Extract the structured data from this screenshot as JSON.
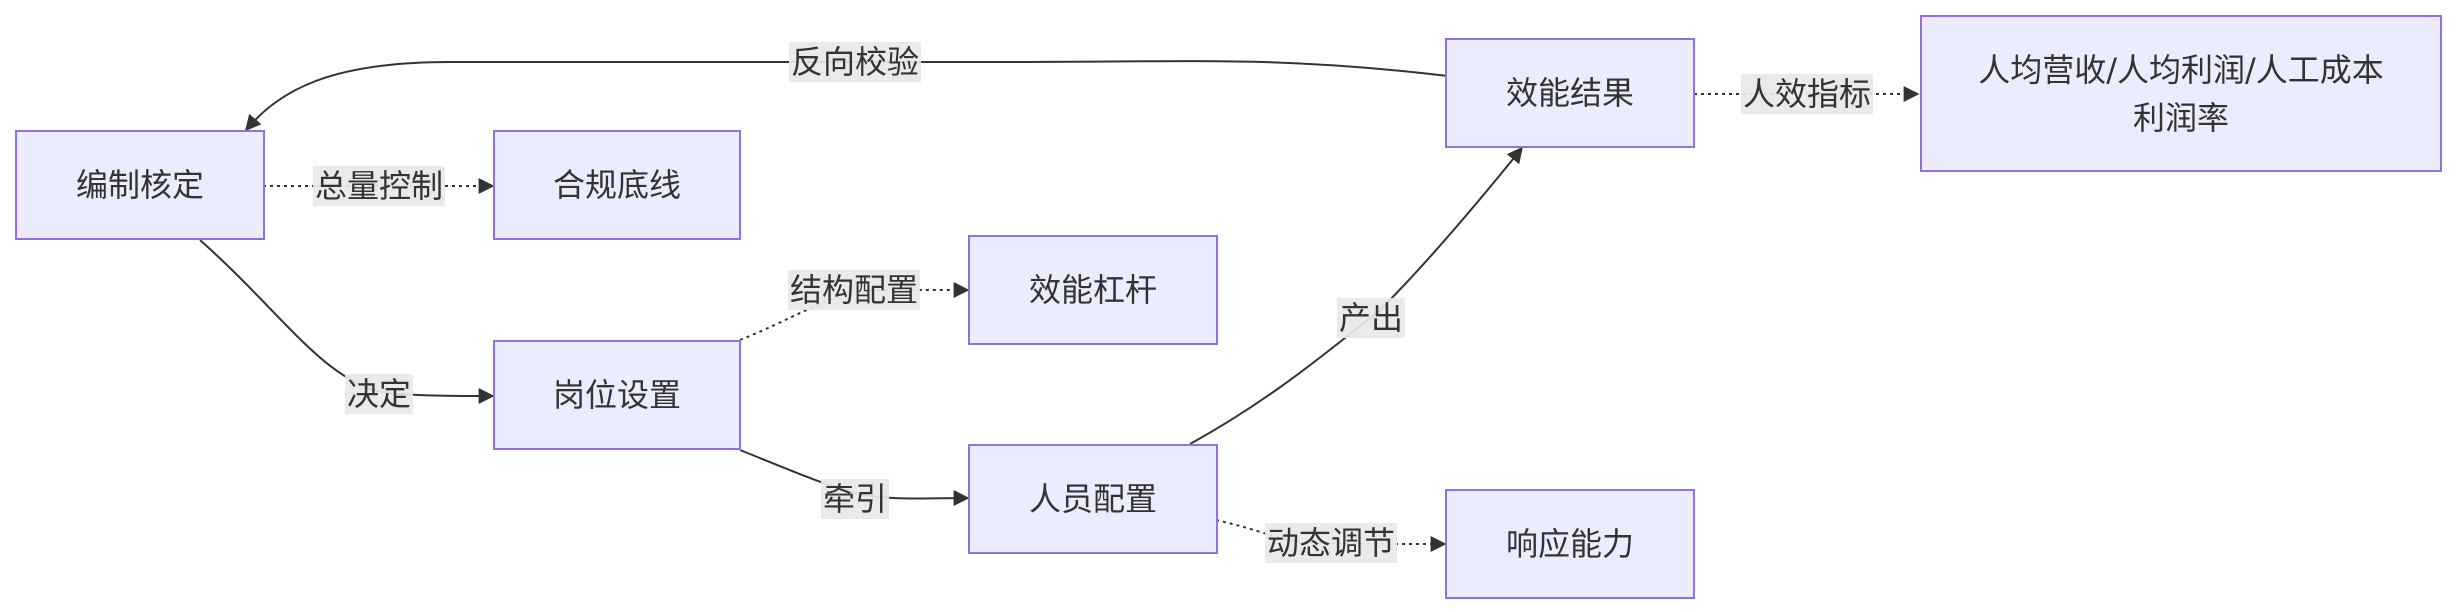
{
  "colors": {
    "node_fill": "#ECECFF",
    "node_border": "#9370DB",
    "edge": "#333333",
    "label_bg": "#E8E8E8",
    "text": "#333333"
  },
  "nodes": {
    "staffing": "编制核定",
    "compliance": "合规底线",
    "positions": "岗位设置",
    "leverage": "效能杠杆",
    "personnel": "人员配置",
    "response": "响应能力",
    "results": "效能结果",
    "metrics": "人均营收/人均利润/人工成本利润率"
  },
  "edges": {
    "reverse_check": "反向校验",
    "total_control": "总量控制",
    "decides": "决定",
    "structure_config": "结构配置",
    "traction": "牵引",
    "output": "产出",
    "dynamic_adjust": "动态调节",
    "efficiency_index": "人效指标"
  }
}
